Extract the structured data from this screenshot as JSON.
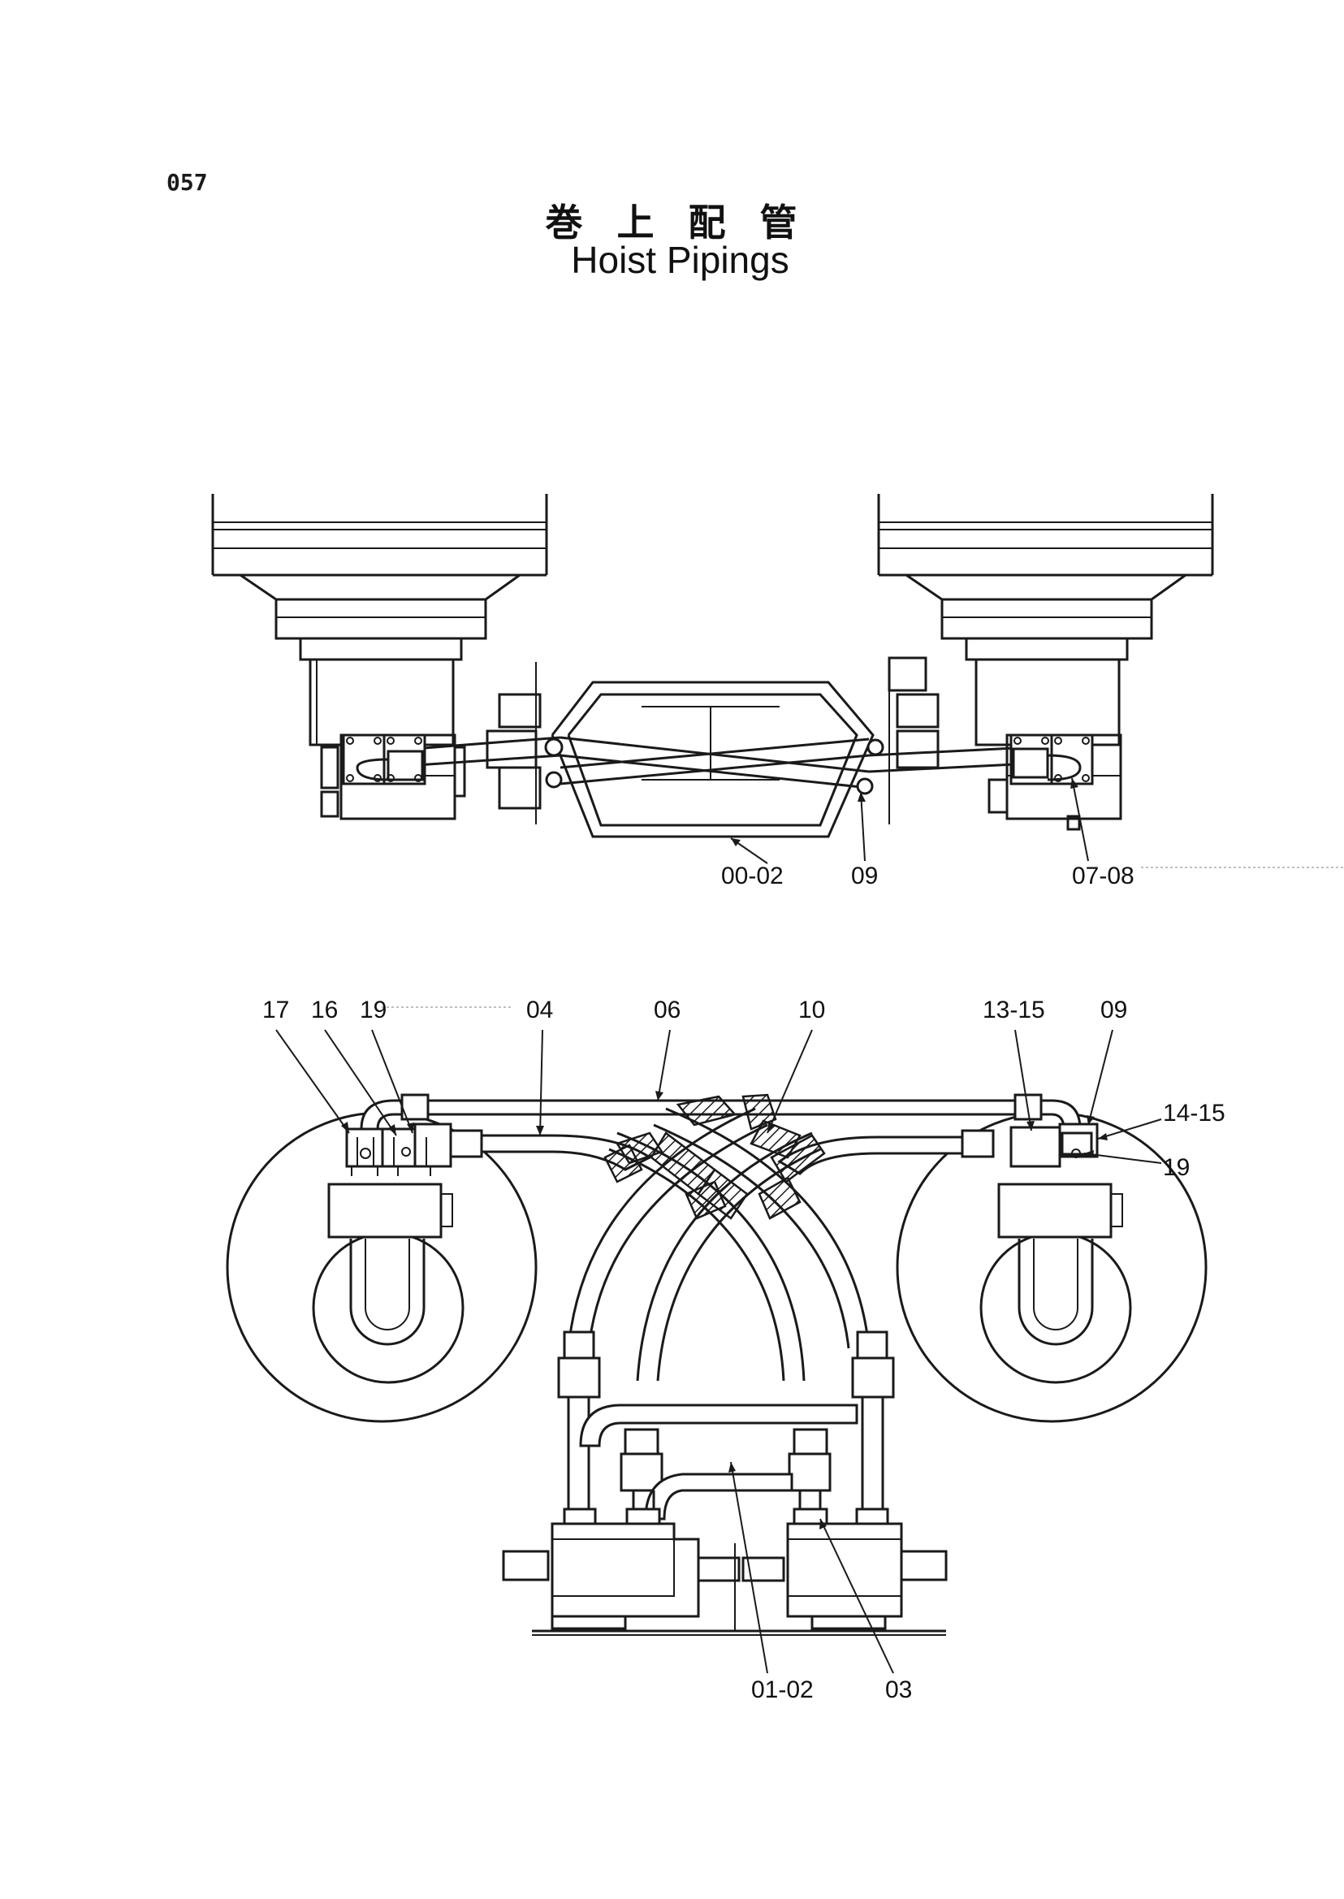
{
  "page_number": "057",
  "title": {
    "japanese": "巻上配管",
    "english": "Hoist Pipings"
  },
  "top_view": {
    "labels": [
      "00-02",
      "09",
      "07-08"
    ]
  },
  "bottom_view": {
    "labels_top": [
      "17",
      "16",
      "19",
      "04",
      "06",
      "10",
      "13-15",
      "09"
    ],
    "labels_right": [
      "14-15",
      "19"
    ],
    "labels_bottom": [
      "01-02",
      "03"
    ]
  }
}
